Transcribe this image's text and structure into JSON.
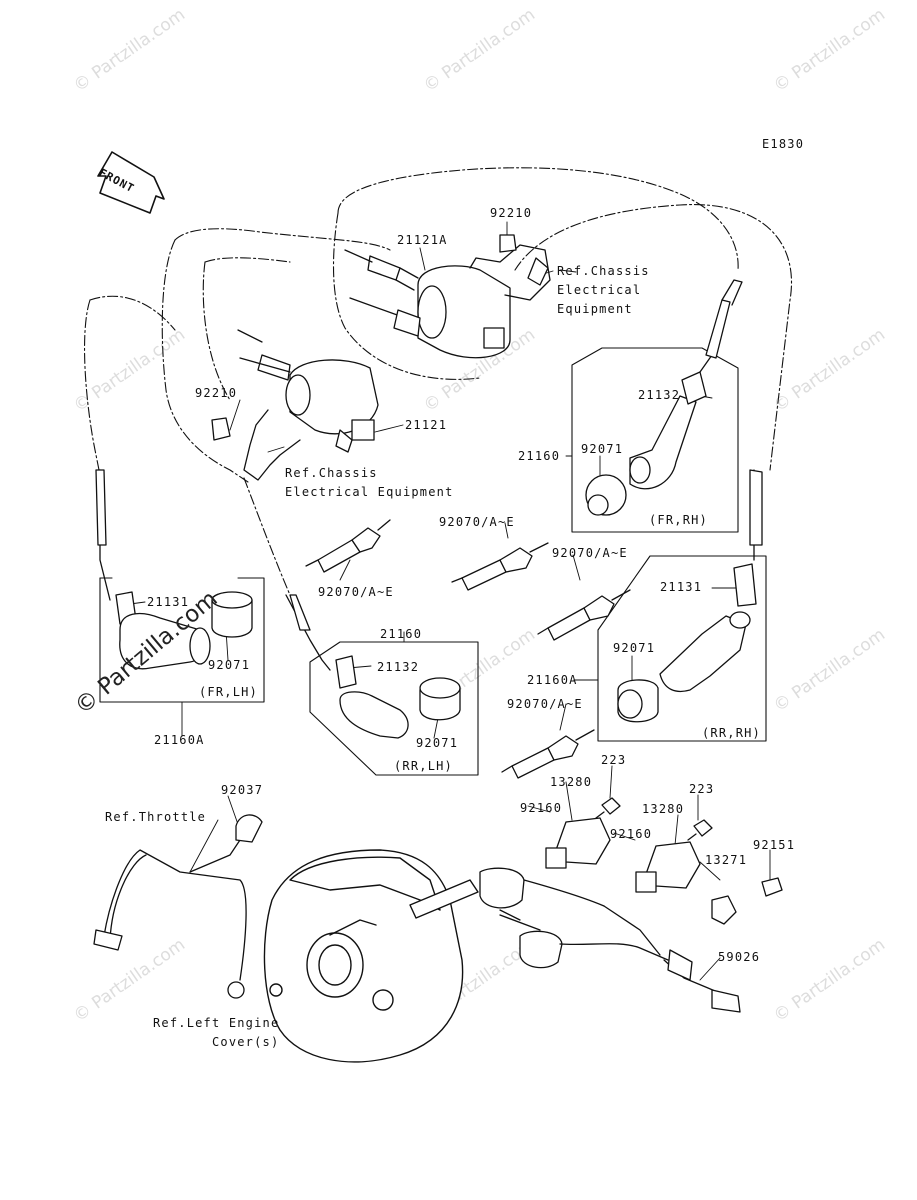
{
  "diagram_code": "E1830",
  "front_label": "FRONT",
  "watermark": "© Partzilla.com",
  "parts": {
    "p92210_top": "92210",
    "p21121A": "21121A",
    "p92210_left": "92210",
    "p21121": "21121",
    "p21132_top": "21132",
    "p21160_right": "21160",
    "p92071_fr_rh": "92071",
    "p92070_center": "92070/A~E",
    "p92070_left": "92070/A~E",
    "p92070_right": "92070/A~E",
    "p21160_mid": "21160",
    "p21131_left": "21131",
    "p21132_mid": "21132",
    "p21131_right": "21131",
    "p92071_fr_lh": "92071",
    "p92071_rr_rh": "92071",
    "p21160A_right": "21160A",
    "p92071_rr_lh": "92071",
    "p92070_lower": "92070/A~E",
    "p21160A_left": "21160A",
    "p223_a": "223",
    "p13280_a": "13280",
    "p92160_a": "92160",
    "p223_b": "223",
    "p13280_b": "13280",
    "p92160_b": "92160",
    "p92151": "92151",
    "p13271": "13271",
    "p92037": "92037",
    "p59026": "59026"
  },
  "positions": {
    "fr_rh": "(FR,RH)",
    "fr_lh": "(FR,LH)",
    "rr_lh": "(RR,LH)",
    "rr_rh": "(RR,RH)"
  },
  "refs": {
    "chassis_top": "Ref.Chassis\nElectrical\nEquipment",
    "chassis_left": "Ref.Chassis\nElectrical Equipment",
    "throttle": "Ref.Throttle",
    "engine_cover": "Ref.Left Engine\nCover(s)"
  },
  "colors": {
    "ink": "#111111",
    "watermark": "#dddddd"
  }
}
